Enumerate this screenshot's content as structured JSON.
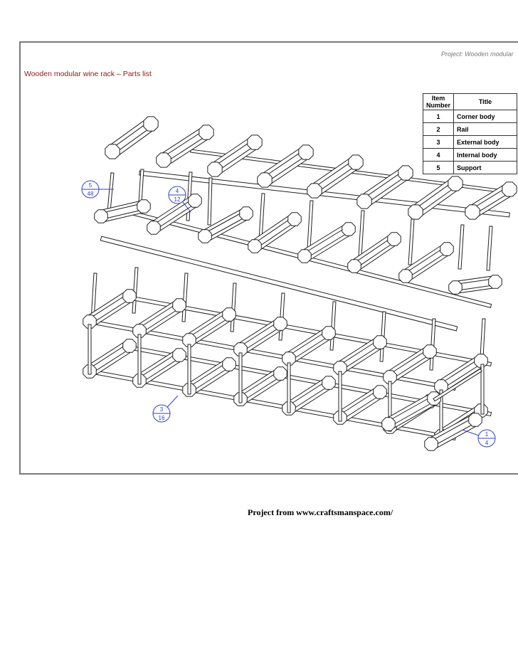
{
  "header": {
    "project_label": "Project: Wooden modular",
    "document_title": "Wooden modular wine rack – Parts list"
  },
  "parts_table": {
    "headers": [
      "Item Number",
      "Title"
    ],
    "rows": [
      {
        "item": "1",
        "title": "Corner body"
      },
      {
        "item": "2",
        "title": "Rail"
      },
      {
        "item": "3",
        "title": "External body"
      },
      {
        "item": "4",
        "title": "Internal body"
      },
      {
        "item": "5",
        "title": "Support"
      }
    ]
  },
  "balloons": [
    {
      "item": "5",
      "qty": "48"
    },
    {
      "item": "4",
      "qty": "12"
    },
    {
      "item": "3",
      "qty": "16"
    },
    {
      "item": "1",
      "qty": "4"
    }
  ],
  "colors": {
    "title_text": "#8b1a1a",
    "balloon": "#3340c4",
    "frame": "#7a7a7a"
  },
  "footer": {
    "credit": "Project from www.craftsmanspace.com/"
  }
}
